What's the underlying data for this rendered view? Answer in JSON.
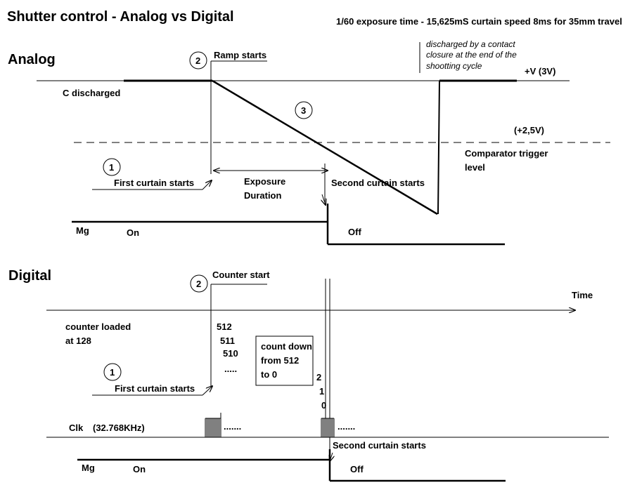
{
  "title": "Shutter control - Analog vs Digital",
  "subtitle": "1/60 exposure time - 15,625mS   curtain speed 8ms for 35mm travel",
  "analog": {
    "heading": "Analog",
    "marker2": "2",
    "ramp_starts": "Ramp starts",
    "c_discharged": "C discharged",
    "marker3": "3",
    "discharge_note": [
      "discharged by a contact",
      "closure at the end of the",
      "shootting cycle"
    ],
    "plus_v": "+V (3V)",
    "half_v": "(+2,5V)",
    "comparator": [
      "Comparator trigger",
      "level"
    ],
    "marker1": "1",
    "first_curtain": "First curtain starts",
    "exposure": [
      "Exposure",
      "Duration"
    ],
    "second_curtain": "Second curtain starts",
    "mg": "Mg",
    "on": "On",
    "off": "Off"
  },
  "digital": {
    "heading": "Digital",
    "marker2": "2",
    "counter_start": "Counter start",
    "time": "Time",
    "counter_loaded": [
      "counter loaded",
      "at 128"
    ],
    "counts": [
      "512",
      "511",
      "510",
      "....."
    ],
    "countdown_box": [
      "count down",
      "from  512",
      "to 0"
    ],
    "marker1": "1",
    "first_curtain": "First curtain starts",
    "final_counts": [
      "2",
      "1",
      "0"
    ],
    "clk": "Clk",
    "clk_freq": "(32.768KHz)",
    "dots": ".......",
    "second_curtain": "Second curtain starts",
    "mg": "Mg",
    "on": "On",
    "off": "Off"
  }
}
